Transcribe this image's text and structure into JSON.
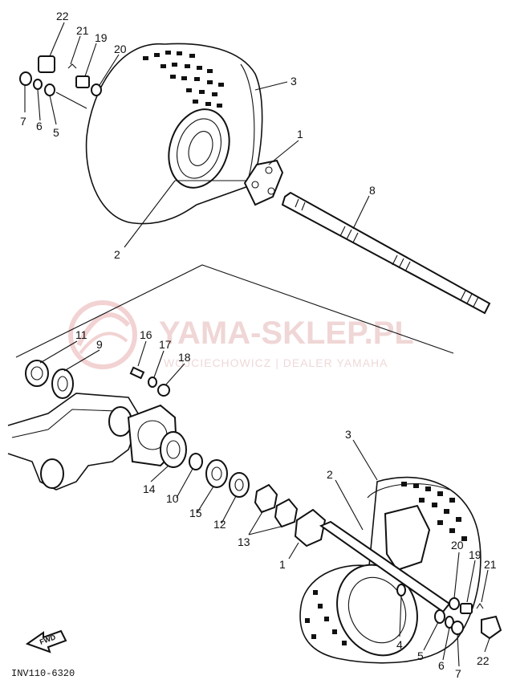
{
  "watermark": {
    "title": "YAMA-SKLEP.PL",
    "subtitle": "WOJCIECHOWICZ | DEALER YAMAHA"
  },
  "diagram_code": "INV110-6320",
  "fwd_label": "FWD",
  "callouts": {
    "top_22": "22",
    "top_21": "21",
    "top_19": "19",
    "top_20": "20",
    "top_7": "7",
    "top_6": "6",
    "top_5": "5",
    "top_3": "3",
    "top_1": "1",
    "top_8": "8",
    "top_2": "2",
    "mid_11": "11",
    "mid_9": "9",
    "mid_16": "16",
    "mid_17": "17",
    "mid_18": "18",
    "mid_14": "14",
    "mid_10": "10",
    "mid_15": "15",
    "mid_12": "12",
    "mid_13": "13",
    "bot_3": "3",
    "bot_2": "2",
    "bot_1": "1",
    "bot_20": "20",
    "bot_19": "19",
    "bot_21": "21",
    "bot_4": "4",
    "bot_5": "5",
    "bot_6": "6",
    "bot_7": "7",
    "bot_22": "22"
  }
}
